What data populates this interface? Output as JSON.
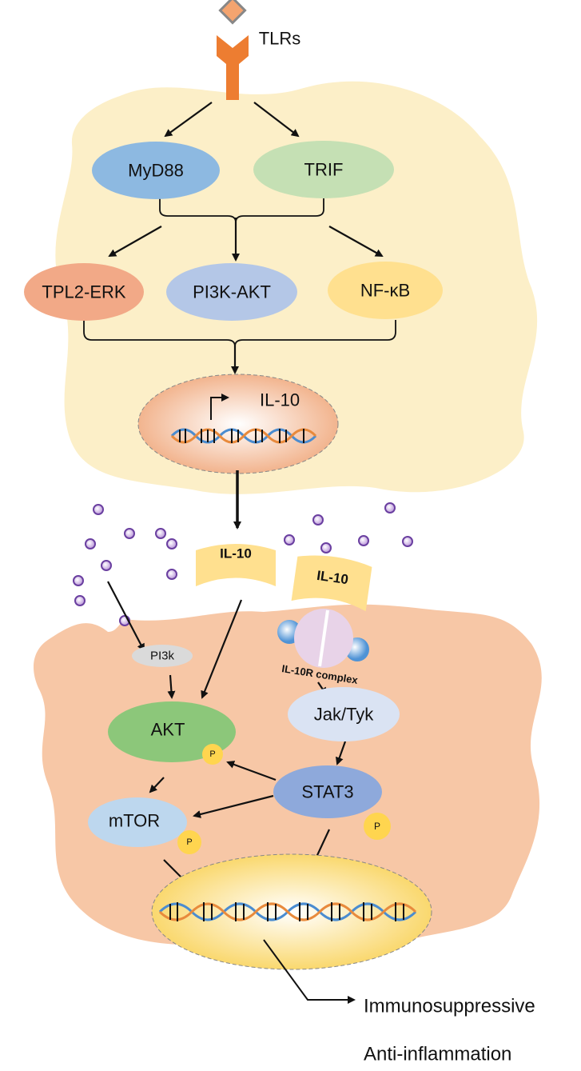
{
  "receptor": {
    "label": "TLRs"
  },
  "adaptors": [
    {
      "label": "MyD88"
    },
    {
      "label": "TRIF"
    }
  ],
  "pathways": [
    {
      "label": "TPL2-ERK"
    },
    {
      "label": "PI3K-AKT"
    },
    {
      "label": "NF-κB"
    }
  ],
  "nucleus_top": {
    "gene": "IL-10"
  },
  "cytokine": {
    "left_label": "IL-10",
    "bound_label": "IL-10",
    "receptor_label": "IL-10R complex"
  },
  "target_cell": {
    "pi3k": "PI3k",
    "akt": "AKT",
    "jak": "Jak/Tyk",
    "stat3": "STAT3",
    "mtor": "mTOR",
    "phospho": "P"
  },
  "outcome": {
    "line1": "Immunosuppressive",
    "line2": "Anti-inflammation"
  },
  "colors": {
    "top_cell": "#FCEFC8",
    "bottom_cell": "#F7C7A6",
    "receptor": "#ED7D31",
    "myd88": "#8DB9E1",
    "trif": "#C5E0B4",
    "tpl2": "#F2A987",
    "pi3kakt": "#B4C7E7",
    "nfkb": "#FFE08F",
    "akt": "#8CC77A",
    "stat3": "#8EA9DB",
    "phospho": "#FFD54F"
  }
}
